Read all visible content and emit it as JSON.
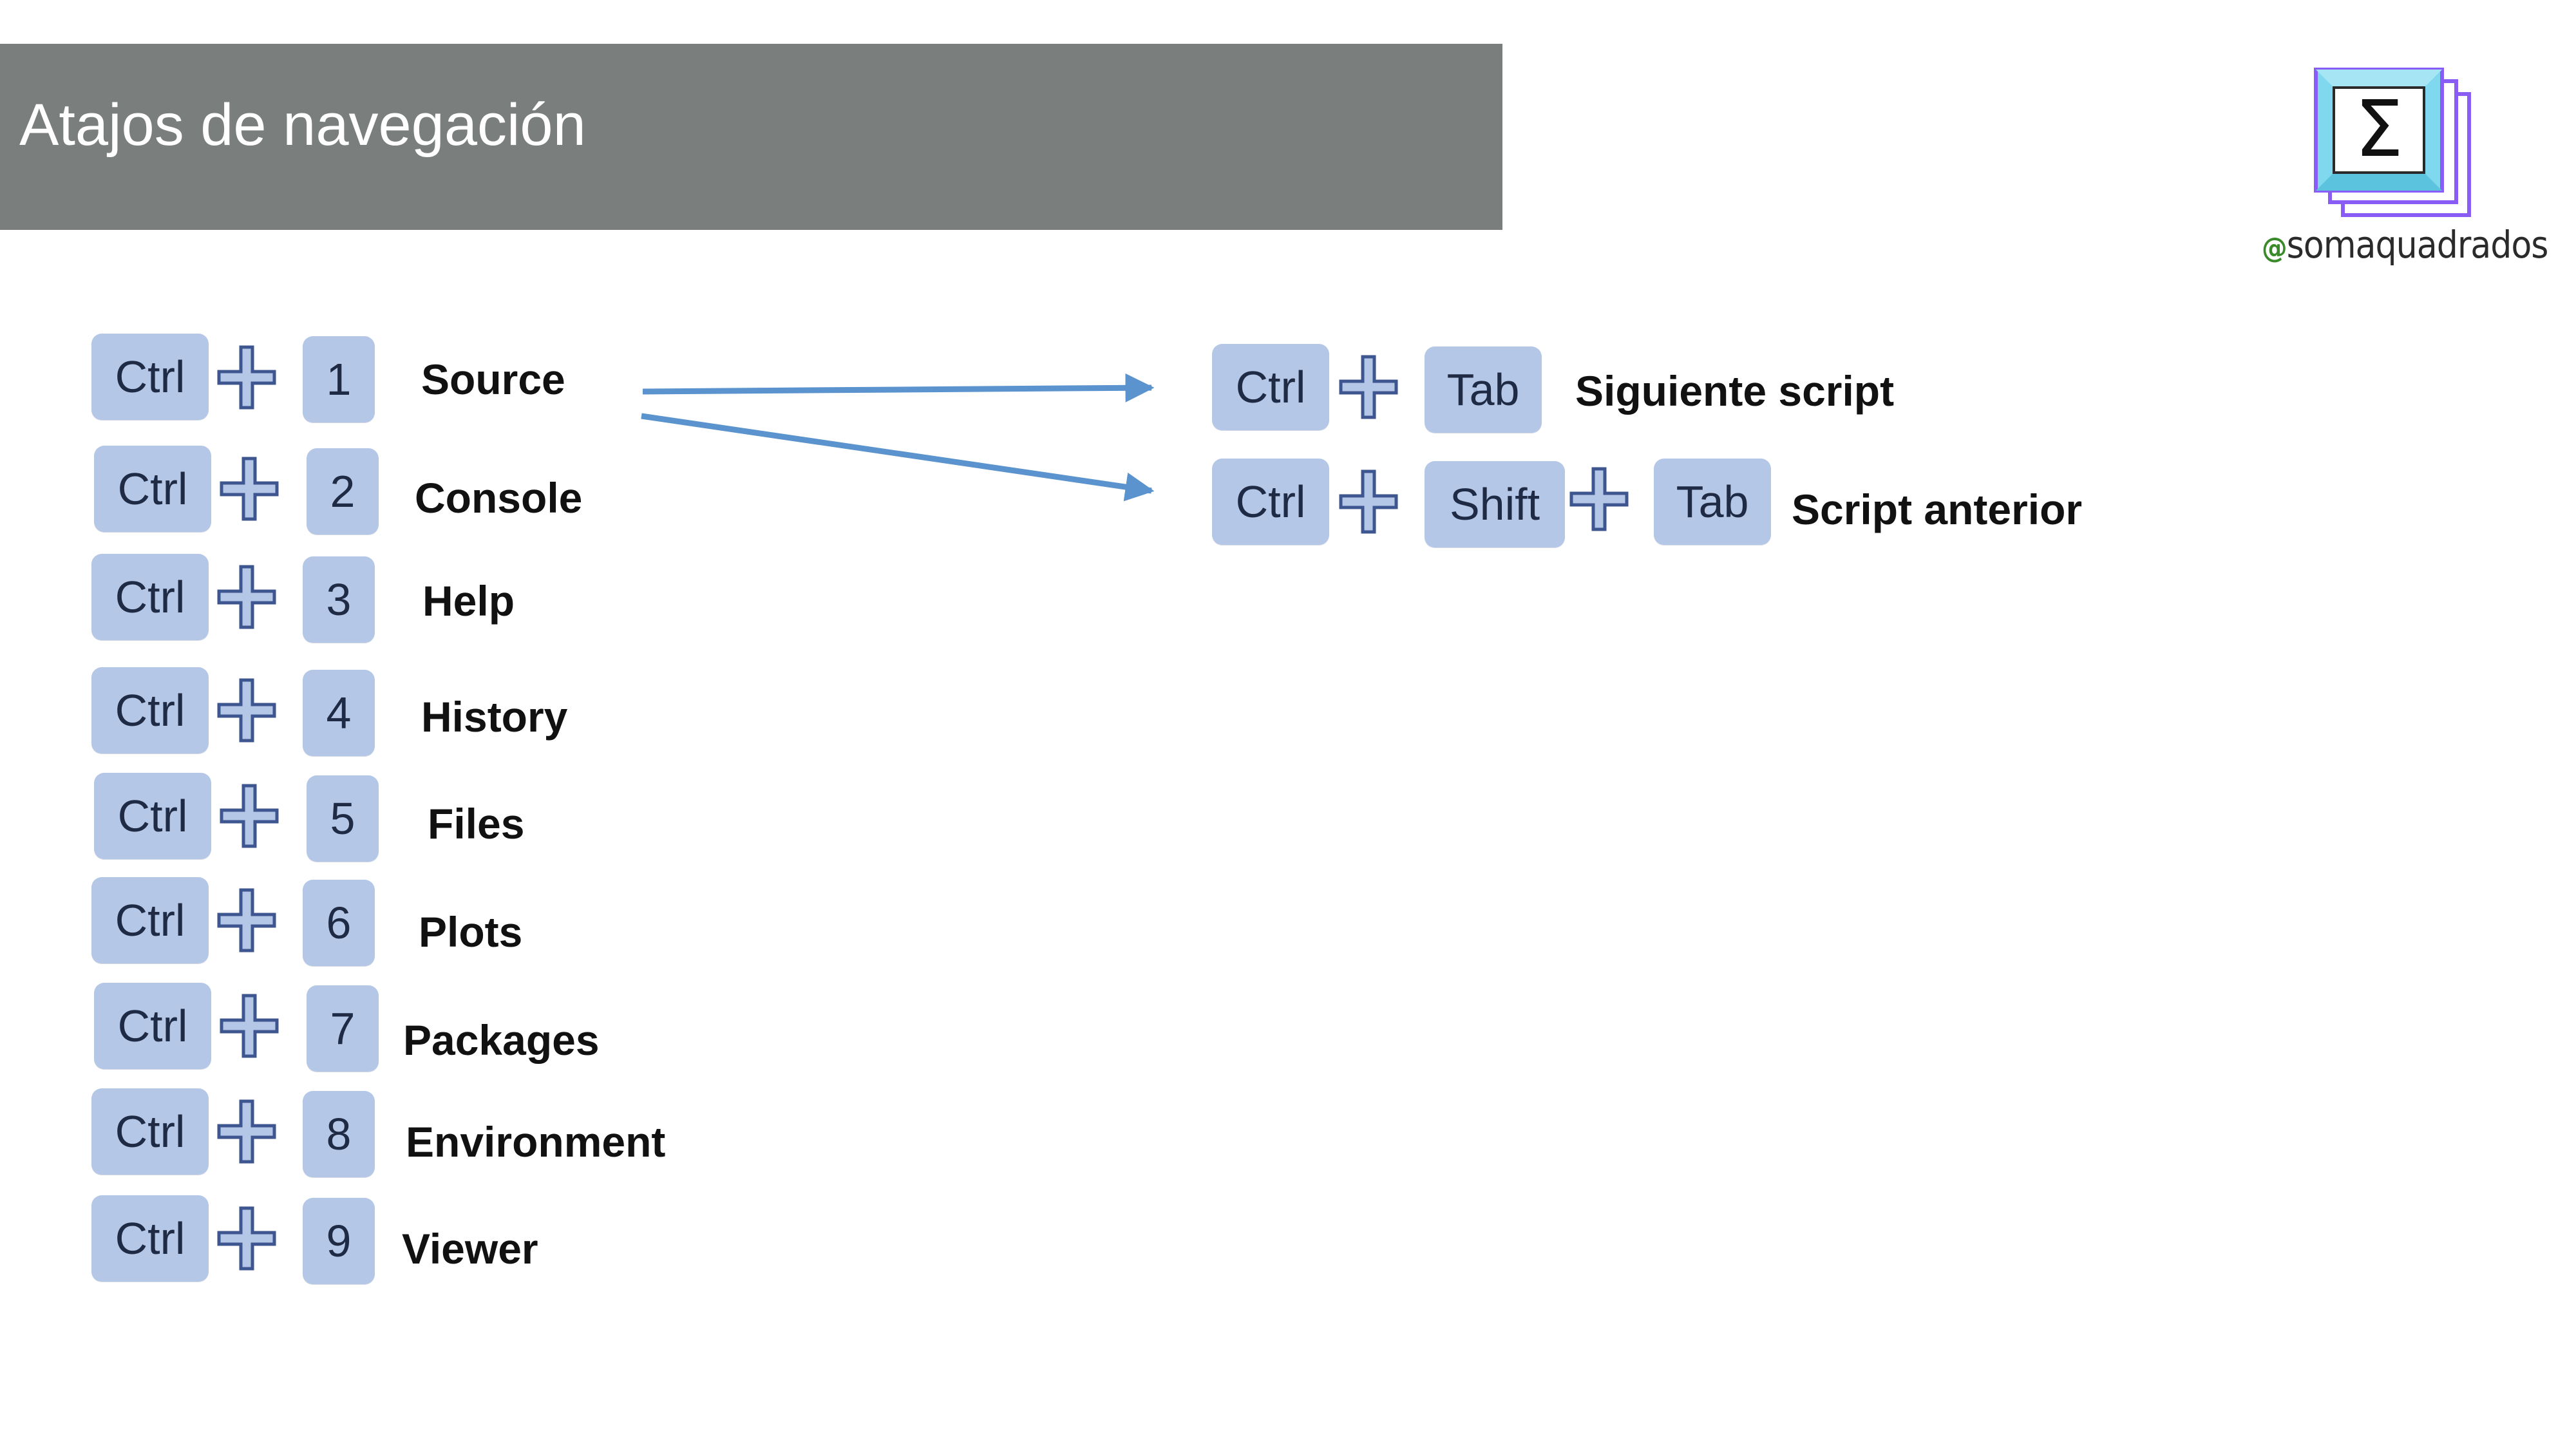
{
  "header": {
    "title": "Atajos de navegación"
  },
  "brand": {
    "handle_prefix": "@",
    "handle_name": "somaquadrados",
    "logo_symbol": "Σ",
    "logo_icon": "sigma-stacked-squares-logo"
  },
  "colors": {
    "header_bg": "#7a7f7d",
    "key_bg": "#b4c7e7",
    "plus_fill": "#b4c7e7",
    "plus_stroke": "#3e5690",
    "arrow": "#5b93cf",
    "logo_frame": "#8a5cf6",
    "logo_inner": "#7fd8ee",
    "handle_at": "#3a8a2a"
  },
  "pane_shortcuts": [
    {
      "modifier": "Ctrl",
      "key": "1",
      "label": "Source"
    },
    {
      "modifier": "Ctrl",
      "key": "2",
      "label": "Console"
    },
    {
      "modifier": "Ctrl",
      "key": "3",
      "label": "Help"
    },
    {
      "modifier": "Ctrl",
      "key": "4",
      "label": "History"
    },
    {
      "modifier": "Ctrl",
      "key": "5",
      "label": "Files"
    },
    {
      "modifier": "Ctrl",
      "key": "6",
      "label": "Plots"
    },
    {
      "modifier": "Ctrl",
      "key": "7",
      "label": "Packages"
    },
    {
      "modifier": "Ctrl",
      "key": "8",
      "label": "Environment"
    },
    {
      "modifier": "Ctrl",
      "key": "9",
      "label": "Viewer"
    }
  ],
  "script_shortcuts": [
    {
      "keys": [
        "Ctrl",
        "Tab"
      ],
      "label": "Siguiente script"
    },
    {
      "keys": [
        "Ctrl",
        "Shift",
        "Tab"
      ],
      "label": "Script anterior"
    }
  ]
}
